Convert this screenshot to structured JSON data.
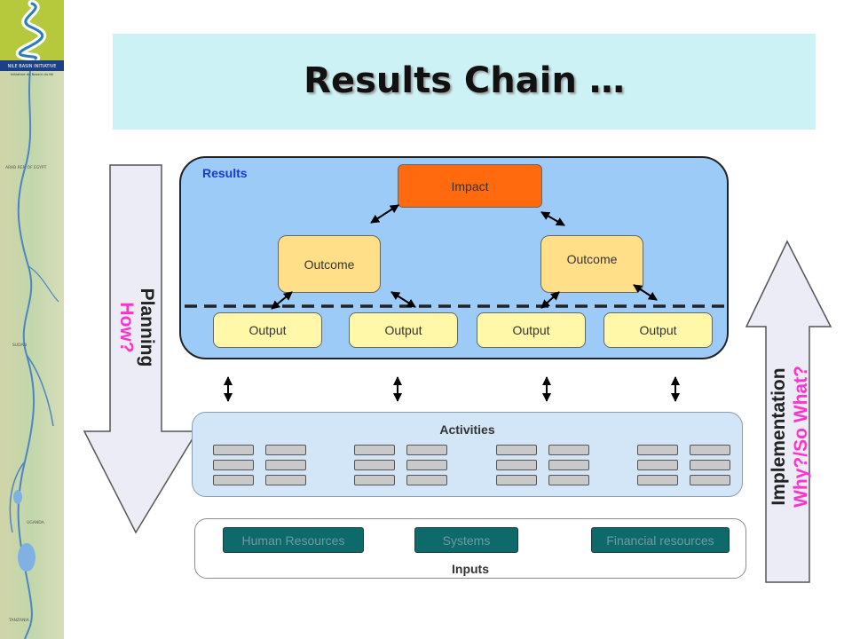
{
  "slide": {
    "title": "Results Chain …"
  },
  "sidebar": {
    "logo_text": "NILE BASIN INITIATIVE",
    "logo_subtext": "Initiative du Bassin du Nil",
    "map_labels": [
      "ARAB REP. OF EGYPT",
      "SUDAN",
      "UGANDA",
      "TANZANIA"
    ]
  },
  "results": {
    "label": "Results",
    "impact": "Impact",
    "outcomes": [
      "Outcome",
      "Outcome"
    ],
    "outputs": [
      "Output",
      "Output",
      "Output",
      "Output"
    ]
  },
  "activities": {
    "label": "Activities",
    "groups": 4,
    "columns_per_group": 2,
    "rows_per_column": 3
  },
  "inputs": {
    "label": "Inputs",
    "items": [
      "Human Resources",
      "Systems",
      "Financial resources"
    ]
  },
  "planning": {
    "title": "Planning",
    "question": "How?"
  },
  "implementation": {
    "title": "Implementation",
    "question": "Why?/So What?"
  },
  "colors": {
    "title_band": "#ccf2f5",
    "results_panel": "#9dcbf7",
    "impact": "#ff6a0f",
    "outcome": "#ffe089",
    "output": "#fff8a8",
    "activities_panel": "#d2e6f8",
    "input_box": "#0e6a6a",
    "arrow_fill": "#ececf7",
    "question_text": "#ff33cc"
  }
}
